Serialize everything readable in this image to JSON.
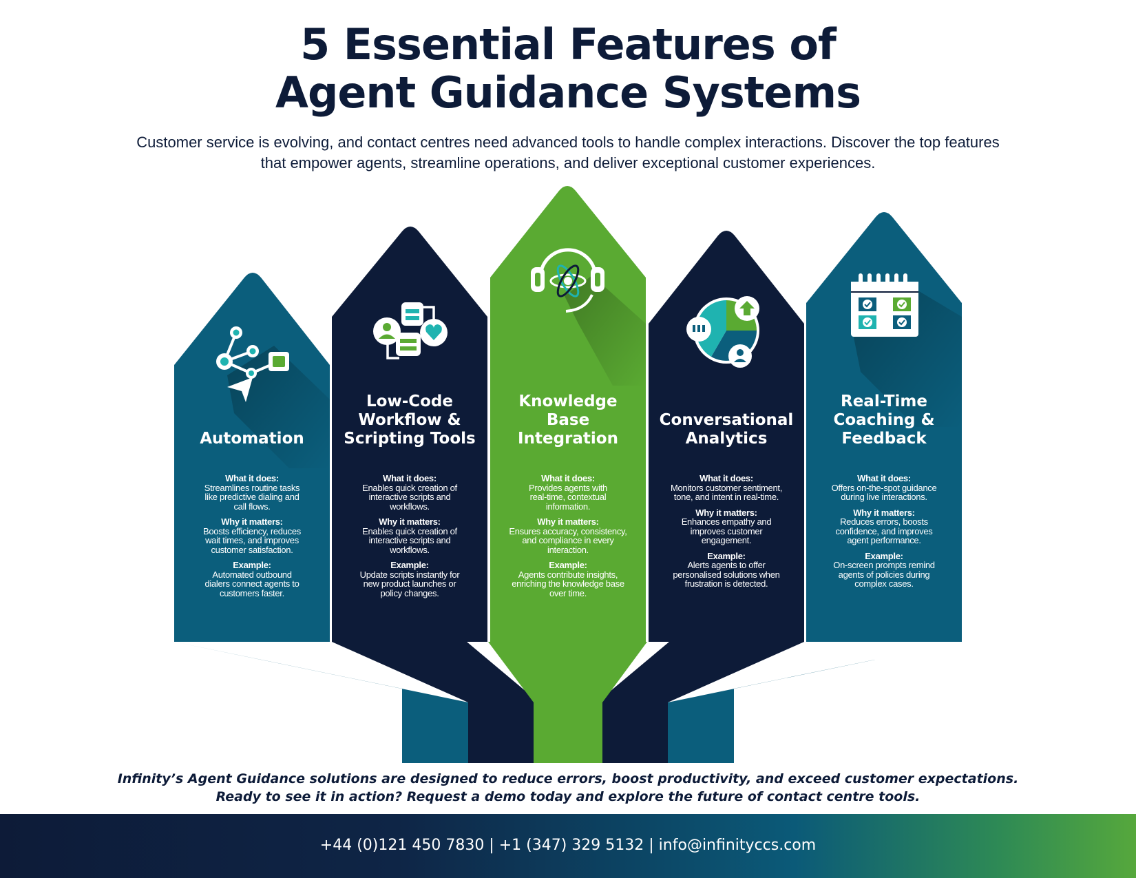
{
  "title": {
    "line1": "5 Essential Features of",
    "line2": "Agent Guidance Systems"
  },
  "intro": {
    "line1": "Customer service is evolving, and contact centres need advanced tools to handle complex interactions. Discover the top features",
    "line2": "that empower agents, streamline operations, and deliver exceptional customer experiences."
  },
  "colors": {
    "teal": "#0b5e7c",
    "navy": "#0d1b38",
    "green": "#5aaa32",
    "accent_teal": "#1fb3b0",
    "accent_green": "#5aaa32"
  },
  "features": [
    {
      "title": [
        "Automation"
      ],
      "icon": "network-cursor-icon",
      "what_label": "What it does:",
      "what": [
        "Streamlines routine tasks",
        "like predictive dialing and",
        "call flows."
      ],
      "why_label": "Why it matters:",
      "why": [
        "Boosts efficiency, reduces",
        "wait times, and improves",
        "customer satisfaction."
      ],
      "example_label": "Example:",
      "example": [
        "Automated outbound",
        "dialers connect agents to",
        "customers faster."
      ]
    },
    {
      "title": [
        "Low-Code",
        "Workflow &",
        "Scripting Tools"
      ],
      "icon": "workflow-icon",
      "what_label": "What it does:",
      "what": [
        "Enables quick creation of",
        "interactive scripts and",
        "workflows."
      ],
      "why_label": "Why it matters:",
      "why": [
        "Enables quick creation of",
        "interactive scripts and",
        "workflows."
      ],
      "example_label": "Example:",
      "example": [
        "Update scripts instantly for",
        "new product launches or",
        "policy changes."
      ]
    },
    {
      "title": [
        "Knowledge",
        "Base",
        "Integration"
      ],
      "icon": "headset-atom-icon",
      "what_label": "What it does:",
      "what": [
        "Provides agents with",
        "real-time, contextual",
        "information."
      ],
      "why_label": "Why it matters:",
      "why": [
        "Ensures accuracy, consistency,",
        "and compliance in every",
        "interaction."
      ],
      "example_label": "Example:",
      "example": [
        "Agents contribute insights,",
        "enriching the knowledge base",
        "over time."
      ]
    },
    {
      "title": [
        "Conversational",
        "Analytics"
      ],
      "icon": "pie-analytics-icon",
      "what_label": "What it does:",
      "what": [
        "Monitors customer sentiment,",
        "tone, and intent in real-time."
      ],
      "why_label": "Why it matters:",
      "why": [
        "Enhances empathy and",
        "improves customer",
        "engagement."
      ],
      "example_label": "Example:",
      "example": [
        "Alerts agents to offer",
        "personalised solutions when",
        "frustration is detected."
      ]
    },
    {
      "title": [
        "Real-Time",
        "Coaching &",
        "Feedback"
      ],
      "icon": "calendar-check-icon",
      "what_label": "What it does:",
      "what": [
        "Offers on-the-spot guidance",
        "during live interactions."
      ],
      "why_label": "Why it matters:",
      "why": [
        "Reduces errors, boosts",
        "confidence, and improves",
        "agent performance."
      ],
      "example_label": "Example:",
      "example": [
        "On-screen prompts remind",
        "agents of policies during",
        "complex cases."
      ]
    }
  ],
  "outro": {
    "line1": "Infinity’s Agent Guidance solutions are designed to reduce errors, boost productivity, and exceed customer expectations.",
    "line2": "Ready to see it in action? Request a demo today and explore the future of contact centre tools."
  },
  "footer": {
    "contact": "+44 (0)121 450 7830 | +1 (347) 329 5132 | info@infinityccs.com"
  }
}
